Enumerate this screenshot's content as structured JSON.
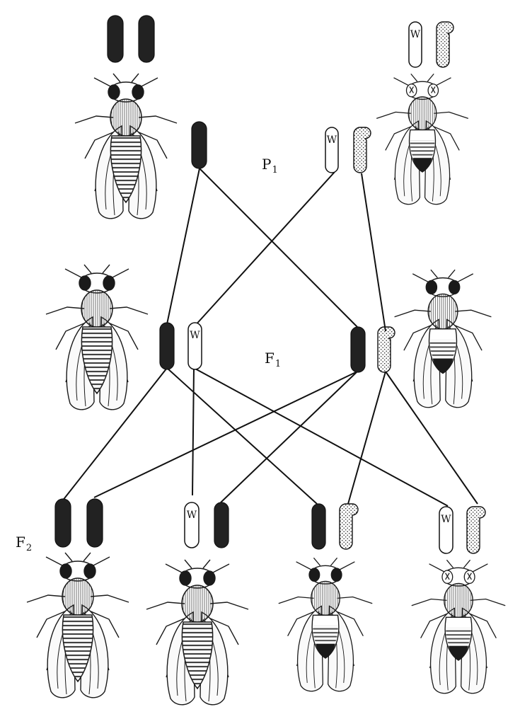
{
  "generations": {
    "p1": {
      "letter": "P",
      "sub": "1"
    },
    "f1": {
      "letter": "F",
      "sub": "1"
    },
    "f2": {
      "letter": "F",
      "sub": "2"
    }
  },
  "chromosome_label": "W",
  "colors": {
    "dark_chromosome": "#222222",
    "line": "#111111",
    "fly_outline": "#1a1a1a",
    "background": "#ffffff"
  },
  "flies": [
    {
      "id": "p1-female",
      "generation": "P1",
      "sex": "female",
      "chromosomes": [
        "dark-x",
        "dark-x"
      ]
    },
    {
      "id": "p1-male",
      "generation": "P1",
      "sex": "male",
      "chromosomes": [
        "white-x",
        "dotted-y"
      ]
    },
    {
      "id": "f1-female",
      "generation": "F1",
      "sex": "female",
      "chromosomes": [
        "dark-x",
        "white-x"
      ]
    },
    {
      "id": "f1-male",
      "generation": "F1",
      "sex": "male",
      "chromosomes": [
        "dark-x",
        "dotted-y"
      ]
    },
    {
      "id": "f2-female-1",
      "generation": "F2",
      "sex": "female",
      "chromosomes": [
        "dark-x",
        "dark-x"
      ]
    },
    {
      "id": "f2-female-2",
      "generation": "F2",
      "sex": "female",
      "chromosomes": [
        "white-x",
        "dark-x"
      ]
    },
    {
      "id": "f2-male-1",
      "generation": "F2",
      "sex": "male",
      "chromosomes": [
        "dark-x",
        "dotted-y"
      ]
    },
    {
      "id": "f2-male-2",
      "generation": "F2",
      "sex": "male",
      "chromosomes": [
        "white-x",
        "dotted-y"
      ]
    }
  ]
}
